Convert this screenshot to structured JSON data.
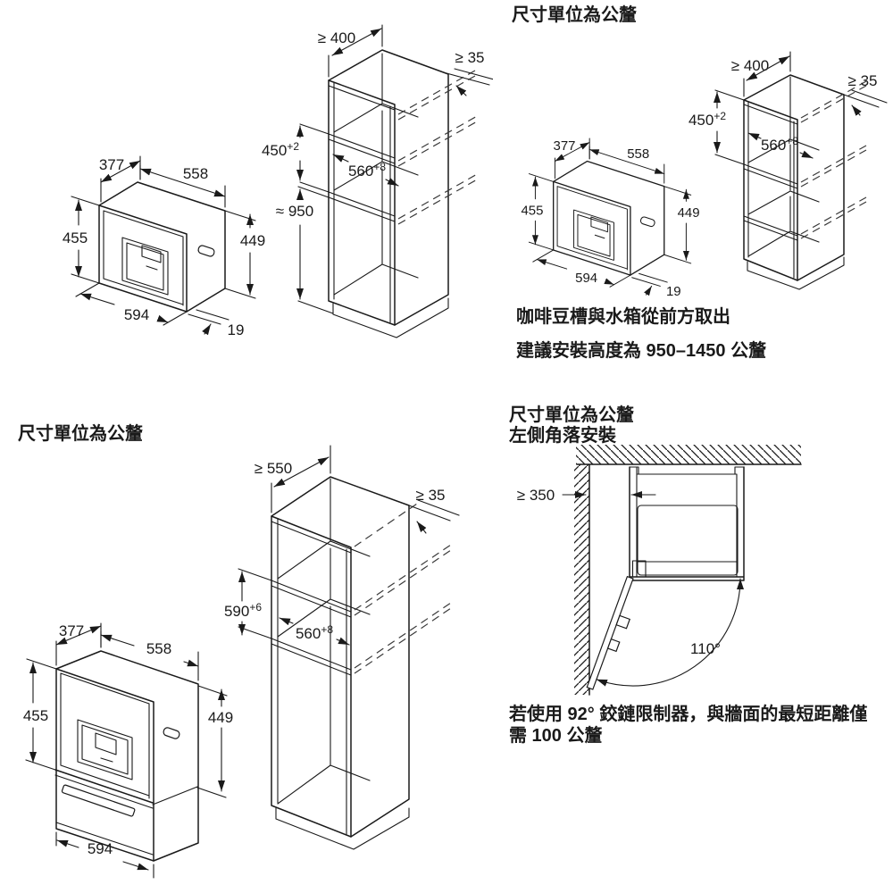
{
  "panels": {
    "top_left": {
      "appliance": {
        "depth": "377",
        "width": "558",
        "height_left": "455",
        "height_right": "449",
        "front_width": "594",
        "front_offset": "19"
      },
      "cabinet": {
        "min_depth": "≥ 400",
        "rear_gap": "≥ 35",
        "niche_height": "450",
        "niche_height_tol": "+2",
        "niche_width": "560",
        "niche_width_tol": "+8",
        "install_height": "≈ 950"
      }
    },
    "top_right": {
      "title": "尺寸單位為公釐",
      "appliance": {
        "depth": "377",
        "width": "558",
        "height_left": "455",
        "height_right": "449",
        "front_width": "594",
        "front_offset": "19"
      },
      "cabinet": {
        "min_depth": "≥ 400",
        "rear_gap": "≥ 35",
        "niche_height": "450",
        "niche_height_tol": "+2",
        "niche_width": "560",
        "niche_width_tol": "+8"
      },
      "note_access": "咖啡豆槽與水箱從前方取出",
      "note_height": "建議安裝高度為 950–1450 公釐"
    },
    "bottom_left": {
      "title": "尺寸單位為公釐",
      "appliance": {
        "depth": "377",
        "width": "558",
        "height_left": "455",
        "height_right": "449",
        "front_width": "594"
      },
      "cabinet": {
        "min_depth": "≥ 550",
        "rear_gap": "≥ 35",
        "niche_height": "590",
        "niche_height_tol": "+6",
        "niche_width": "560",
        "niche_width_tol": "+8"
      }
    },
    "bottom_right": {
      "title_line1": "尺寸單位為公釐",
      "title_line2": "左側角落安裝",
      "wall_clearance": "≥ 350",
      "door_angle": "110°",
      "note_line1": "若使用 92° 鉸鏈限制器，與牆面的最短距離僅",
      "note_line2": "需 100 公釐"
    }
  }
}
